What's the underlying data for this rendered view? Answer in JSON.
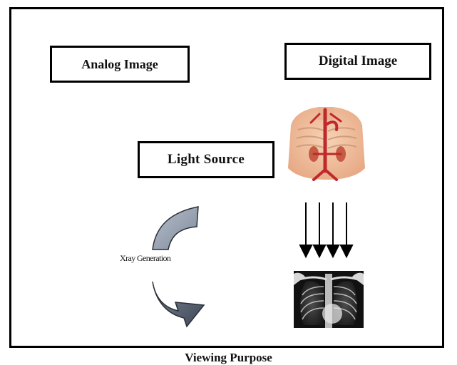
{
  "boxes": {
    "analog": "Analog Image",
    "digital": "Digital Image",
    "light": "Light Source"
  },
  "process_label": "Xray Generation",
  "footer": "Viewing Purpose",
  "colors": {
    "arrow_fill": "#8e9aab",
    "arrow_dark": "#556070",
    "body_skin": "#efc2a0",
    "vessel": "#c0282d",
    "xray_bg": "#111111"
  },
  "icons": {
    "anatomy": "human-torso-anatomy-icon",
    "xray": "chest-xray-image",
    "rays": "downward-arrows-icon"
  }
}
